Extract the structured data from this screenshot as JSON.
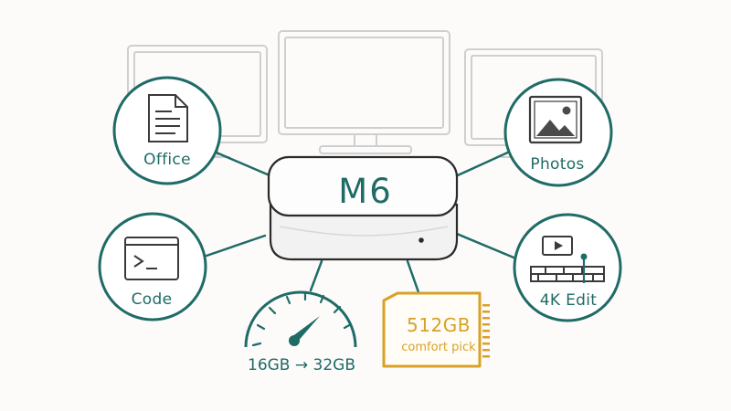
{
  "device": {
    "name": "M6"
  },
  "uses": {
    "office": {
      "label": "Office",
      "icon": "document-icon"
    },
    "code": {
      "label": "Code",
      "icon": "terminal-icon"
    },
    "photos": {
      "label": "Photos",
      "icon": "image-icon"
    },
    "edit_4k": {
      "label": "4K Edit",
      "icon": "video-timeline-icon"
    }
  },
  "memory": {
    "label": "16GB → 32GB",
    "icon": "gauge-icon"
  },
  "storage": {
    "size": "512GB",
    "note": "comfort pick",
    "icon": "storage-chip-icon"
  },
  "colors": {
    "accent": "#1f6b66",
    "storage": "#d8a127",
    "monitor_outline": "#cfcfcf",
    "background": "#fcfbfa"
  }
}
